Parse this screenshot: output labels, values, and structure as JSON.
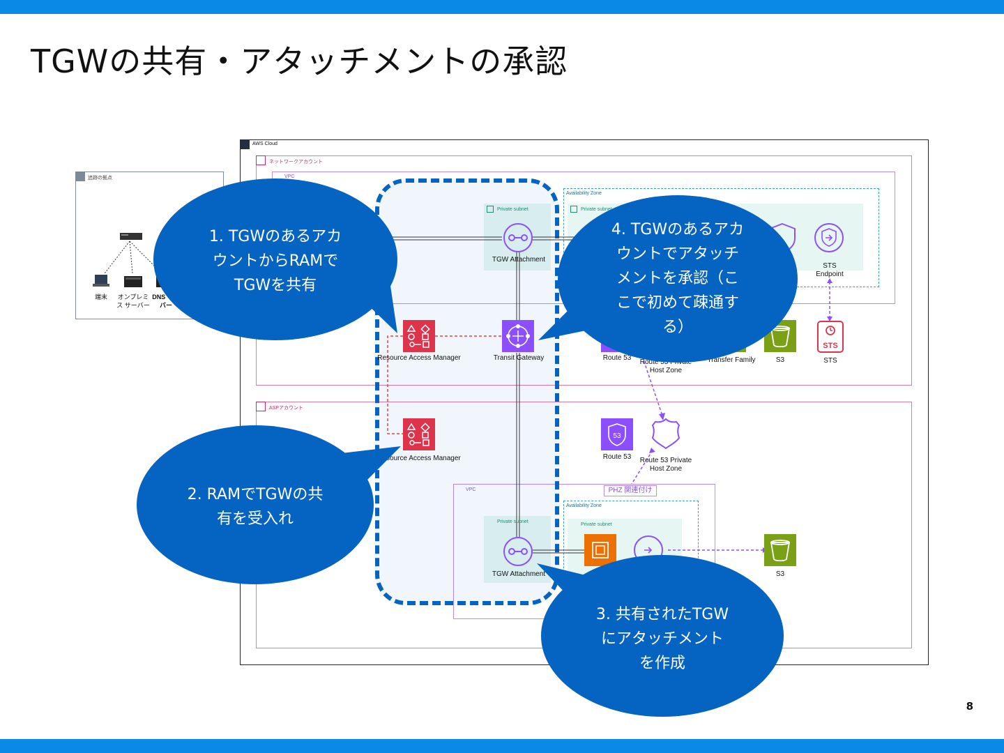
{
  "page": {
    "title": "TGWの共有・アタッチメントの承認",
    "page_number": "8"
  },
  "diagram": {
    "aws_cloud_label": "AWS Cloud",
    "onprem": {
      "group_label": "追跡の拠点",
      "client_label": "端末",
      "server_label": "オンプレミス サーバー",
      "dns_label": "DNS サーバー"
    },
    "network_account": {
      "label": "ネットワークアカウント",
      "vpc_label": "VPC",
      "az_label": "Availability Zone",
      "subnet_label": "Private subnet",
      "subnet2_label": "Private subnet",
      "tgw_attachment": "TGW Attachment",
      "sts_endpoint": "STS Endpoint",
      "ram": "Resource Access Manager",
      "transit_gateway": "Transit Gateway",
      "route53": "Route 53",
      "route53_phz": "Route 53 Private Host Zone",
      "transfer_family": "Transfer Family",
      "s3": "S3",
      "sts": "STS",
      "sts_badge": "STS"
    },
    "asp_account": {
      "label": "ASPアカウント",
      "ram": "Resource Access Manager",
      "route53": "Route 53",
      "route53_phz": "Route 53 Private Host Zone",
      "phz_assoc": "PHZ 関連付け",
      "vpc_label": "VPC",
      "az_label": "Availability Zone",
      "subnet_label": "Private subnet",
      "subnet2_label": "Private subnet",
      "tgw_attachment": "TGW Attachment",
      "s3": "S3"
    }
  },
  "callouts": [
    {
      "line1": "1. TGWのあるアカ",
      "line2": "ウントからRAMで",
      "line3": "TGWを共有"
    },
    {
      "line1": "2. RAMでTGWの共",
      "line2": "有を受入れ"
    },
    {
      "line1": "3. 共有されたTGW",
      "line2": "にアタッチメント",
      "line3": "を作成"
    },
    {
      "line1": "4. TGWのあるアカ",
      "line2": "ウントでアタッチ",
      "line3": "メントを承認（こ",
      "line4": "こで初めて疎通す",
      "line5": "る）"
    }
  ],
  "colors": {
    "accent_bar": "#0a8ae6",
    "callout": "#0563c1",
    "ram_red": "#dd344c",
    "route53_purple": "#8c4fff",
    "s3_green": "#7aa116",
    "account_pink": "#cc2b6a",
    "subnet_green": "#e6f6f2"
  }
}
